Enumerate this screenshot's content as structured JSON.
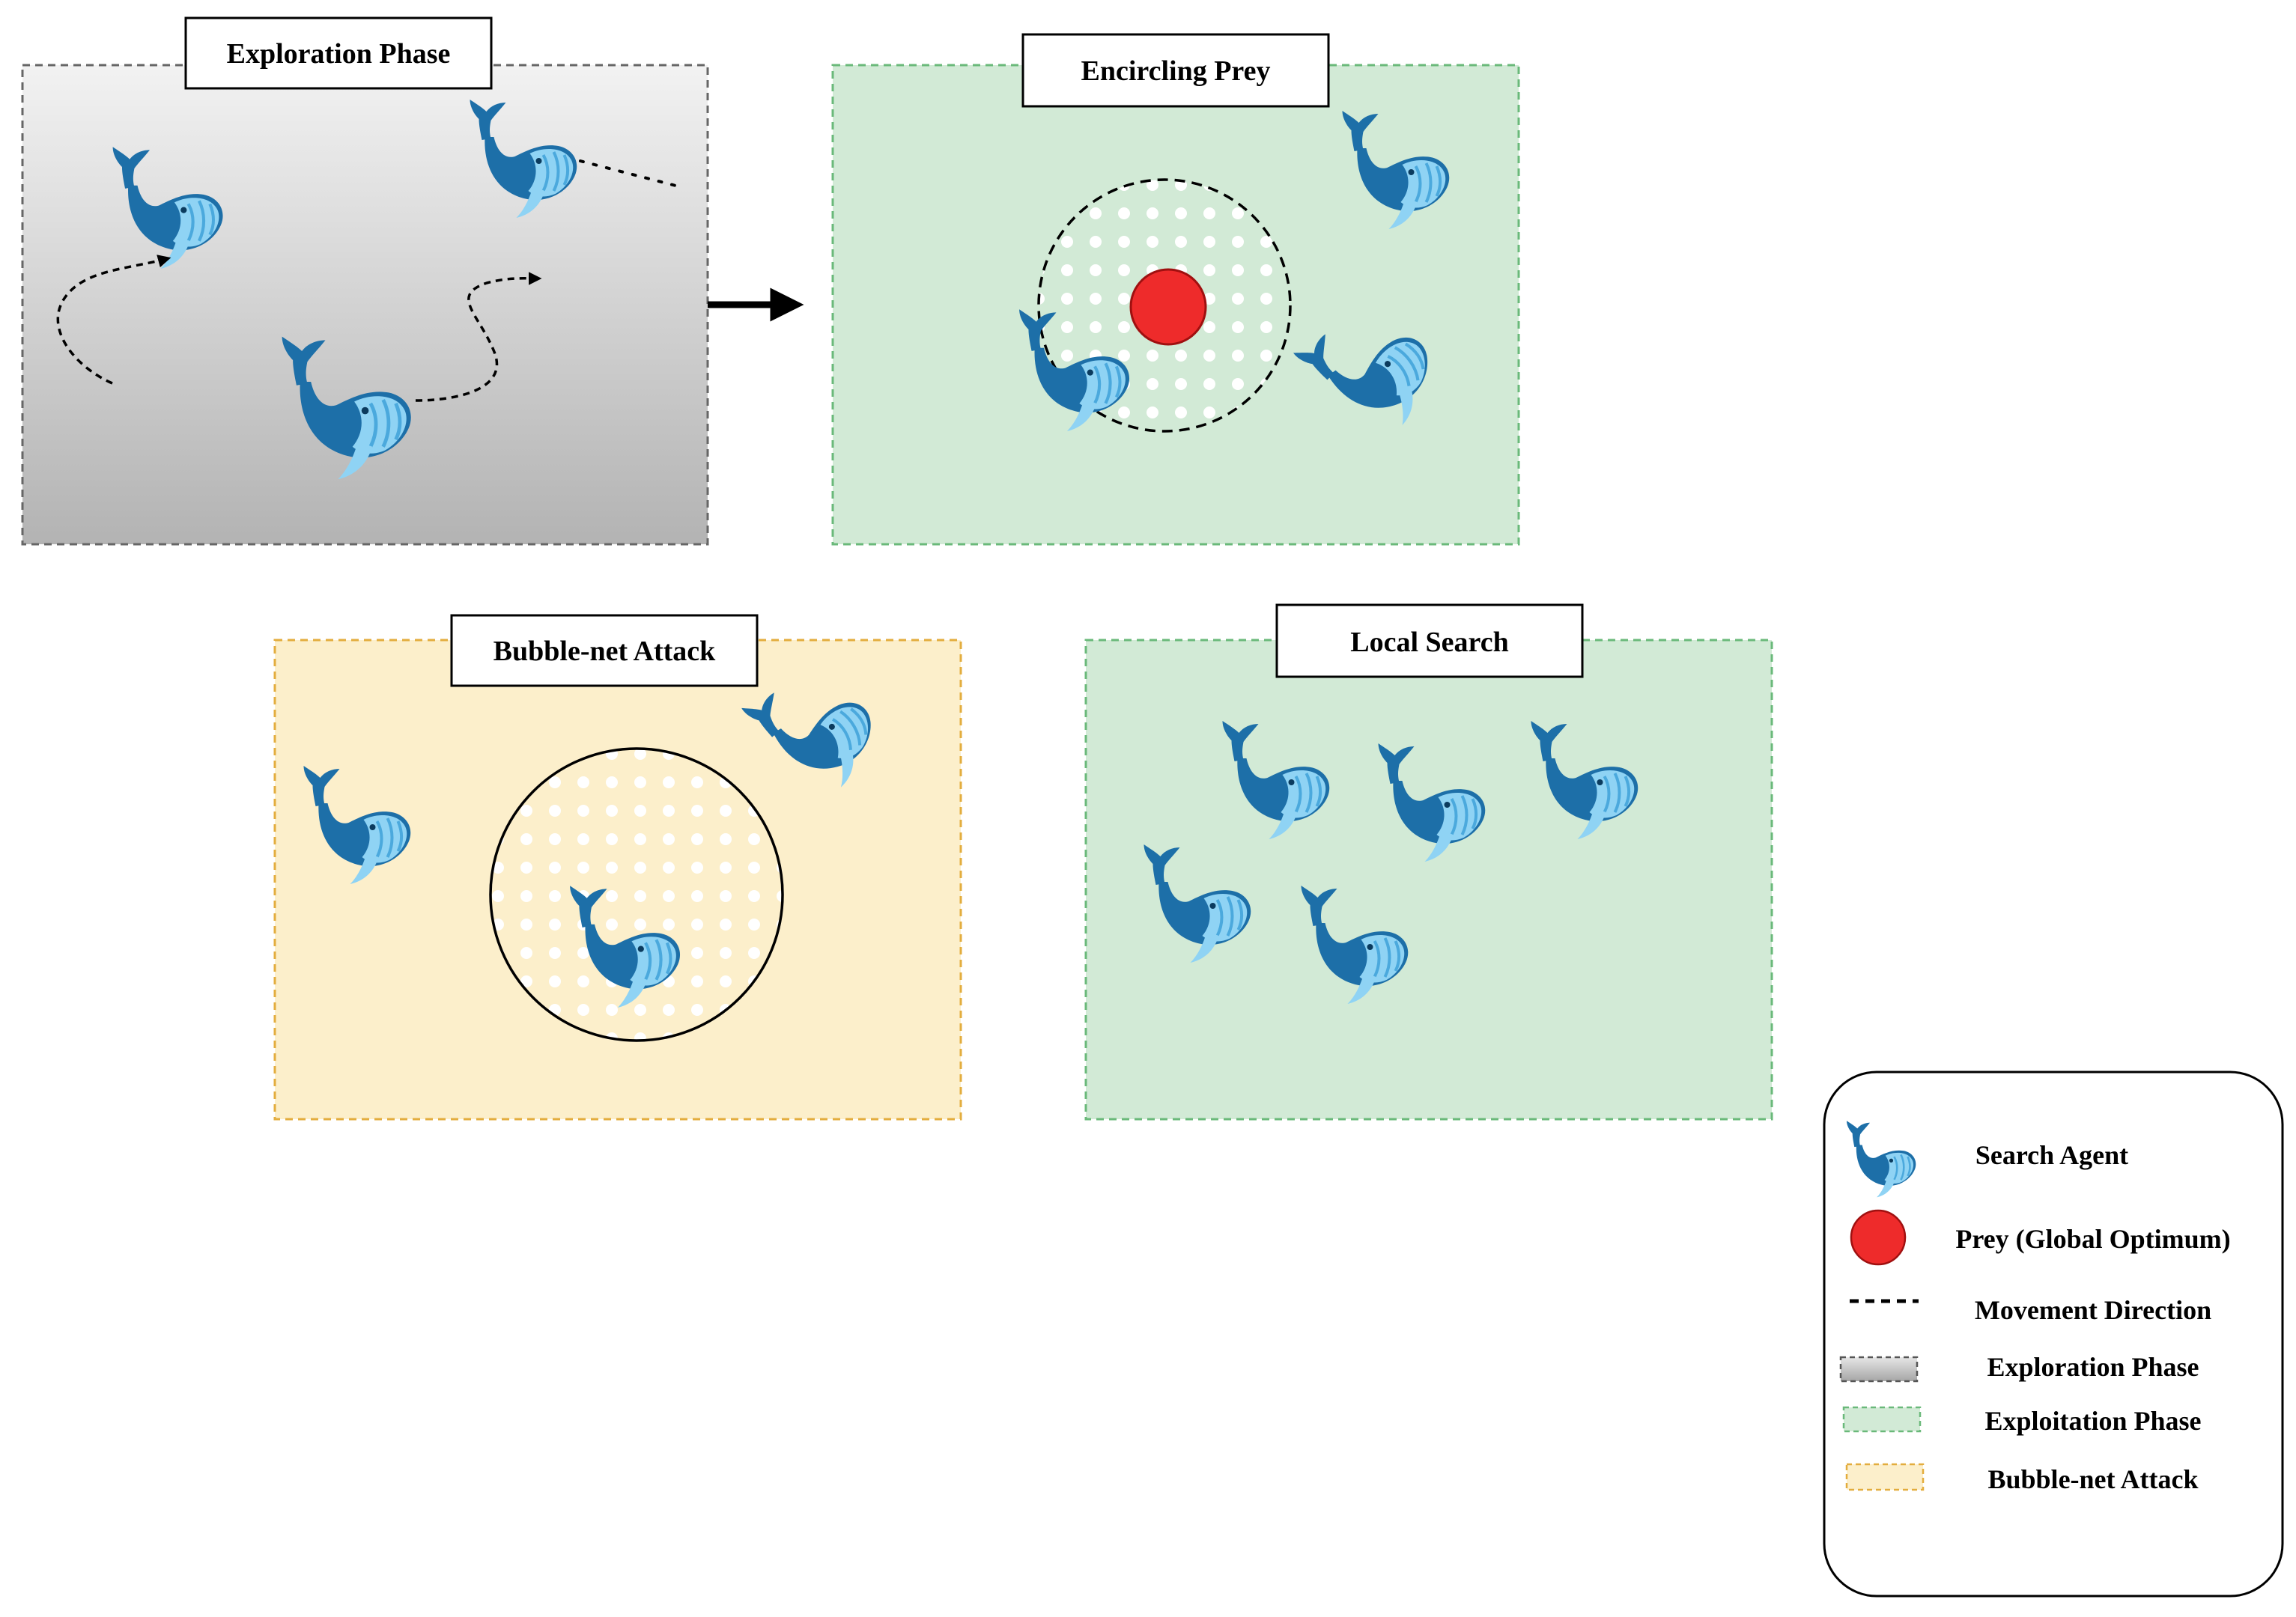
{
  "panels": {
    "exploration": {
      "title": "Exploration Phase"
    },
    "encircling": {
      "title": "Encircling Prey"
    },
    "bubble_net": {
      "title": "Bubble-net Attack"
    },
    "local_search": {
      "title": "Local Search"
    }
  },
  "legend": {
    "items": [
      {
        "label": "Search Agent",
        "icon": "whale-icon"
      },
      {
        "label": "Prey (Global Optimum)",
        "icon": "prey-icon"
      },
      {
        "label": "Movement Direction",
        "icon": "dashed-line-icon"
      },
      {
        "label": "Exploration Phase",
        "icon": "gray-swatch-icon"
      },
      {
        "label": "Exploitation Phase",
        "icon": "green-swatch-icon"
      },
      {
        "label": "Bubble-net Attack",
        "icon": "yellow-swatch-icon"
      }
    ]
  },
  "colors": {
    "whale_dark": "#1d6fa8",
    "whale_light": "#8fd3f4",
    "prey": "#ee2b2b",
    "exploitation_fill": "#d2ead6",
    "exploitation_border": "#6ab97a",
    "bubble_fill": "#fcefcb",
    "bubble_border": "#e3ad3e",
    "exploration_top": "#f2f2f2",
    "exploration_bottom": "#b3b3b3"
  }
}
